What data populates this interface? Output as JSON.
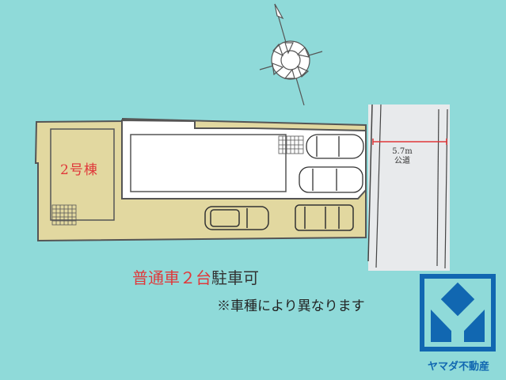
{
  "site_plan": {
    "unit_label": "2号棟",
    "road": {
      "width_label": "5.7m",
      "type_label": "公道"
    },
    "compass": {
      "icon": "north-arrow-compass"
    }
  },
  "notes": {
    "parking_red": "普通車２台",
    "parking_black": "駐車可",
    "disclaimer": "※車種により異なります"
  },
  "brand": {
    "name": "ヤマダ不動産",
    "color": "#1167b1"
  },
  "colors": {
    "background": "#8fdad9",
    "lot_fill": "#e2d8a0",
    "building_fill": "#ffffff",
    "road_fill": "#e8eaec",
    "accent_red": "#e0383a"
  }
}
